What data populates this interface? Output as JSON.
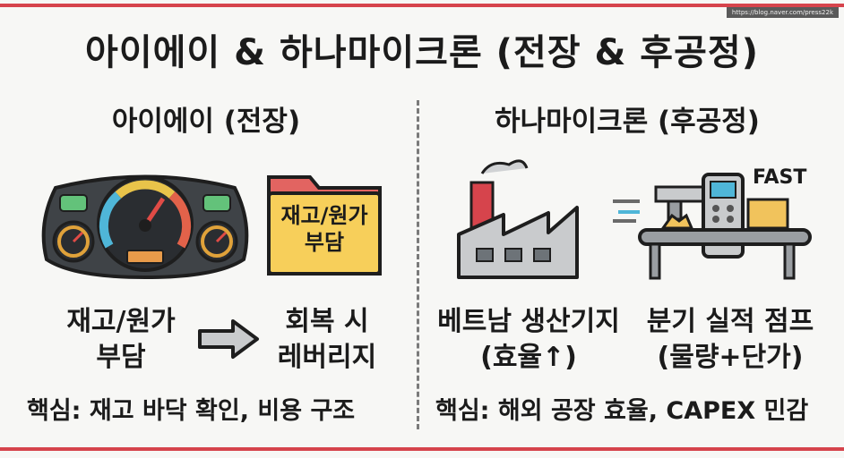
{
  "watermark": "https://blog.naver.com/press22k",
  "title": "아이에이 & 하나마이크론 (전장 & 후공정)",
  "left": {
    "subtitle": "아이에이 (전장)",
    "folder_label_line1": "재고/원가",
    "folder_label_line2": "부담",
    "flow_from_line1": "재고/원가",
    "flow_from_line2": "부담",
    "flow_to_line1": "회복 시",
    "flow_to_line2": "레버리지",
    "summary": "핵심: 재고 바닥 확인, 비용 구조"
  },
  "right": {
    "subtitle": "하나마이크론 (후공정)",
    "fast_label": "FAST",
    "factory_label_line1": "베트남 생산기지",
    "factory_label_line2": "(효율↑)",
    "machine_label_line1": "분기 실적 점프",
    "machine_label_line2": "(물량+단가)",
    "summary": "핵심: 해외 공장 효율, CAPEX 민감"
  },
  "colors": {
    "accent_red": "#d6444c",
    "folder_yellow": "#f7cf5a",
    "folder_tab": "#e26461"
  }
}
